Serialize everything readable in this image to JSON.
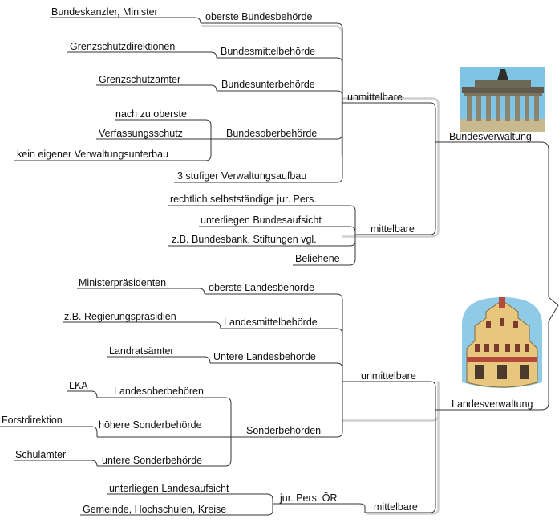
{
  "bund": {
    "root": "Bundesverwaltung",
    "unmittelbare": {
      "label": "unmittelbare",
      "oberste": {
        "label": "oberste Bundesbehörde",
        "leaf": "Bundeskanzler, Minister"
      },
      "mittel": {
        "label": "Bundesmittelbehörde",
        "leaf": "Grenzschutzdirektionen"
      },
      "unter": {
        "label": "Bundesunterbehörde",
        "leaf": "Grenzschutzämter"
      },
      "ober": {
        "label": "Bundesoberbehörde",
        "leaves": [
          "nach zu oberste",
          "Verfassungsschutz",
          "kein eigener Verwaltungsunterbau"
        ]
      },
      "aufbau": "3 stufiger Verwaltungsaufbau"
    },
    "mittelbare": {
      "label": "mittelbare",
      "items": [
        "rechtlich selbstständige jur. Pers.",
        "unterliegen Bundesaufsicht",
        "z.B. Bundesbank, Stiftungen vgl.",
        "Beliehene"
      ]
    }
  },
  "land": {
    "root": "Landesverwaltung",
    "unmittelbare": {
      "label": "unmittelbare",
      "oberste": {
        "label": "oberste Landesbehörde",
        "leaf": "Ministerpräsidenten"
      },
      "mittel": {
        "label": "Landesmittelbehörde",
        "leaf": "z.B. Regierungspräsidien"
      },
      "untere": {
        "label": "Untere Landesbehörde",
        "leaf": "Landratsämter"
      },
      "sonder": {
        "label": "Sonderbehörden",
        "ober": {
          "label": "Landesoberbehören",
          "leaf": "LKA"
        },
        "hoehere": {
          "label": "höhere Sonderbehörde",
          "leaf": "Forstdirektion"
        },
        "untere": {
          "label": "untere Sonderbehörde",
          "leaf": "Schulämter"
        }
      }
    },
    "mittelbare": {
      "label": "mittelbare",
      "jur": {
        "label": "jur. Pers. ÖR",
        "leaves": [
          "unterliegen Landesaufsicht",
          "Gemeinde, Hochschulen, Kreise"
        ]
      }
    }
  },
  "icons": {
    "bund": "brandenburg-gate-icon",
    "land": "town-hall-icon"
  }
}
